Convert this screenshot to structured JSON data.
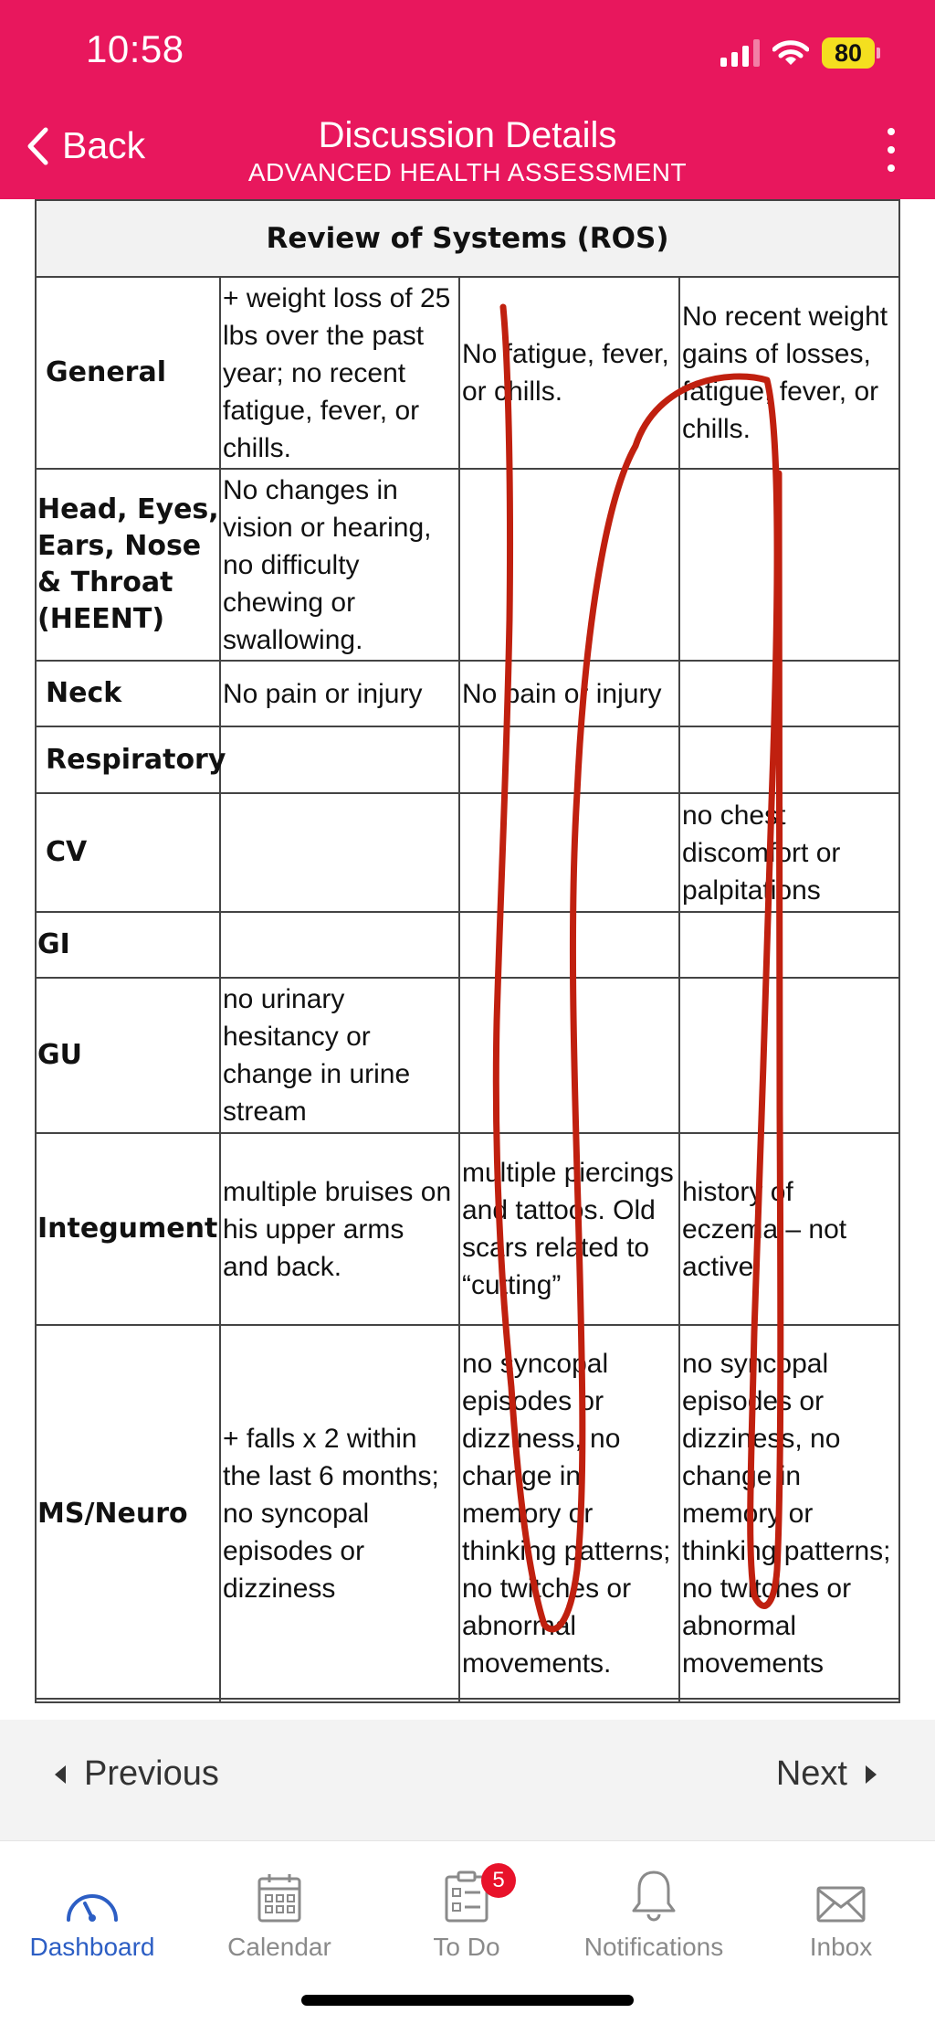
{
  "status_bar": {
    "time": "10:58",
    "battery": "80"
  },
  "header": {
    "back_label": "Back",
    "title": "Discussion Details",
    "subtitle": "ADVANCED HEALTH ASSESSMENT"
  },
  "table": {
    "title": "Review of Systems (ROS)",
    "rows": [
      {
        "system": "General",
        "col1": "+ weight loss of 25 lbs over the past year; no recent fatigue, fever, or chills.",
        "col2": "No fatigue, fever, or chills.",
        "col3": "No recent weight gains of losses, fatigue, fever, or chills."
      },
      {
        "system": "Head, Eyes, Ears, Nose & Throat (HEENT)",
        "col1": "No changes in vision or hearing, no difficulty chewing or swallowing.",
        "col2": "",
        "col3": ""
      },
      {
        "system": "Neck",
        "col1": "No pain or injury",
        "col2": "No pain or injury",
        "col3": ""
      },
      {
        "system": "Respiratory",
        "col1": "",
        "col2": "",
        "col3": ""
      },
      {
        "system": "CV",
        "col1": "",
        "col2": "",
        "col3": "no chest discomfort or palpitations"
      },
      {
        "system": "GI",
        "col1": "",
        "col2": "",
        "col3": ""
      },
      {
        "system": "GU",
        "col1": "no urinary hesitancy or change in urine stream",
        "col2": "",
        "col3": ""
      },
      {
        "system": "Integument",
        "col1": "multiple bruises on his upper arms and back.",
        "col2": "multiple piercings and tattoos. Old scars related to “cutting”",
        "col3": "history of eczema – not active"
      },
      {
        "system": "MS/Neuro",
        "col1": "+ falls x 2 within the last 6 months; no syncopal episodes or dizziness",
        "col2": "no syncopal episodes or dizziness, no change in memory or thinking patterns; no twitches or abnormal movements.",
        "col3": "no syncopal episodes or dizziness, no change in memory or thinking patterns; no twitches or abnormal movements"
      }
    ]
  },
  "annotation": {
    "color": "#c0200f"
  },
  "pager": {
    "previous_label": "Previous",
    "next_label": "Next"
  },
  "tabs": [
    {
      "label": "Dashboard",
      "icon": "dashboard-gauge-icon",
      "active": true
    },
    {
      "label": "Calendar",
      "icon": "calendar-icon",
      "active": false
    },
    {
      "label": "To Do",
      "icon": "todo-clipboard-icon",
      "active": false,
      "badge": "5"
    },
    {
      "label": "Notifications",
      "icon": "bell-icon",
      "active": false
    },
    {
      "label": "Inbox",
      "icon": "envelope-icon",
      "active": false
    }
  ],
  "colors": {
    "header": "#e8175d",
    "active_tab": "#2c5ec4",
    "badge": "#e8122a"
  }
}
